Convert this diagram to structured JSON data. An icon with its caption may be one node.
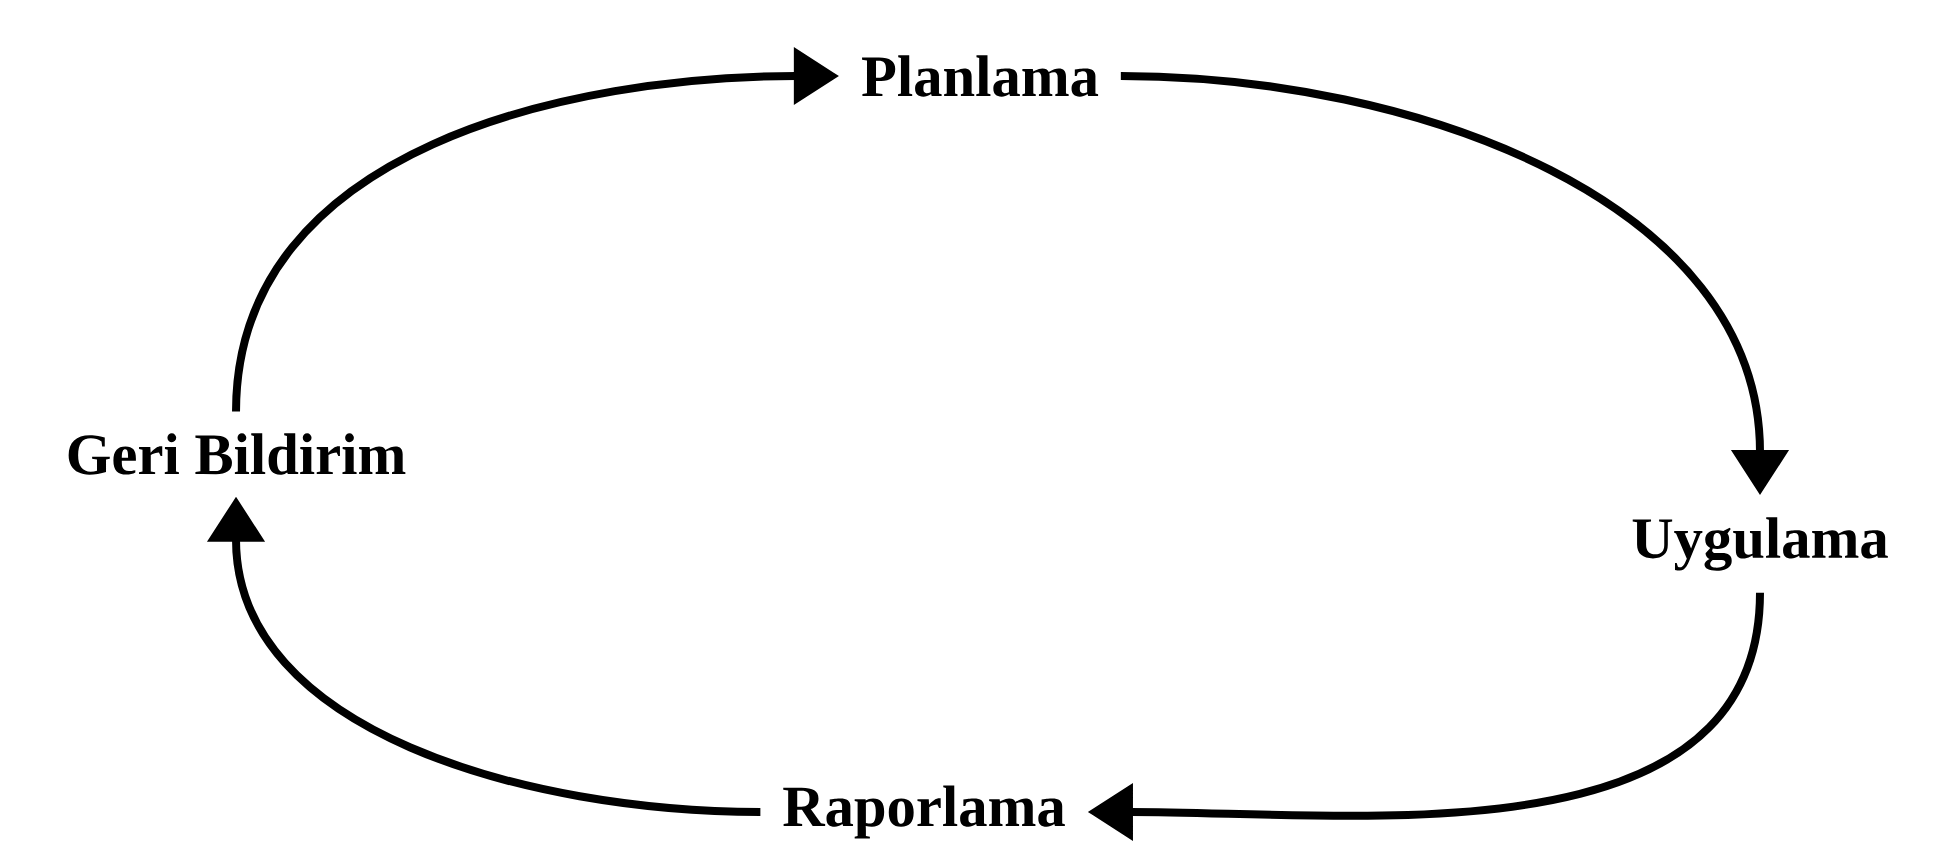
{
  "diagram": {
    "nodes": [
      {
        "text": [
          "Planlama"
        ]
      },
      {
        "text": [
          "Uygulama"
        ]
      },
      {
        "text": [
          "Raporlama"
        ]
      },
      {
        "text": [
          "Geri Bildirim"
        ]
      }
    ],
    "edges": [
      {
        "from": 3,
        "to": 0,
        "arrow": "to"
      },
      {
        "from": 0,
        "to": 1,
        "arrow": "to"
      },
      {
        "from": 1,
        "to": 2,
        "arrow": "to"
      },
      {
        "from": 2,
        "to": 3,
        "arrow": "to"
      }
    ]
  }
}
